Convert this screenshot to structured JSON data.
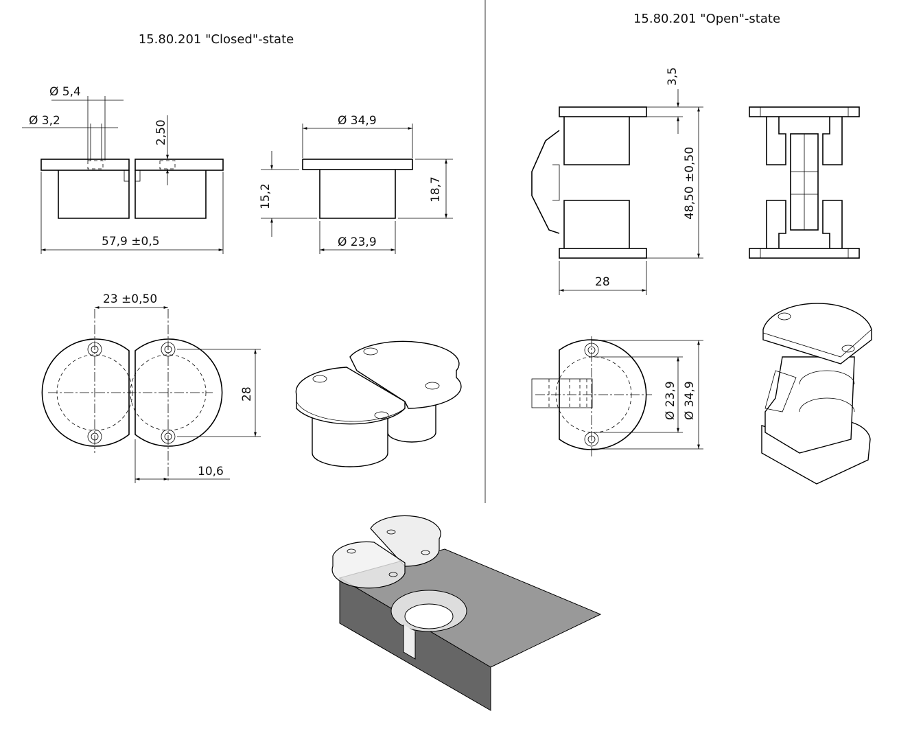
{
  "titles": {
    "closed": "15.80.201 \"Closed\"-state",
    "open": "15.80.201 \"Open\"-state"
  },
  "closed_dims": {
    "d54": "Ø 5,4",
    "d32": "Ø 3,2",
    "h250": "2,50",
    "d349": "Ø 34,9",
    "h152": "15,2",
    "h187": "18,7",
    "w579": "57,9 ±0,5",
    "d239": "Ø 23,9",
    "c23": "23 ±0,50",
    "h28": "28",
    "w106": "10,6"
  },
  "open_dims": {
    "h35": "3,5",
    "h4850": "48,50 ±0,50",
    "w28": "28",
    "d239": "Ø 23,9",
    "d349": "Ø 34,9"
  }
}
